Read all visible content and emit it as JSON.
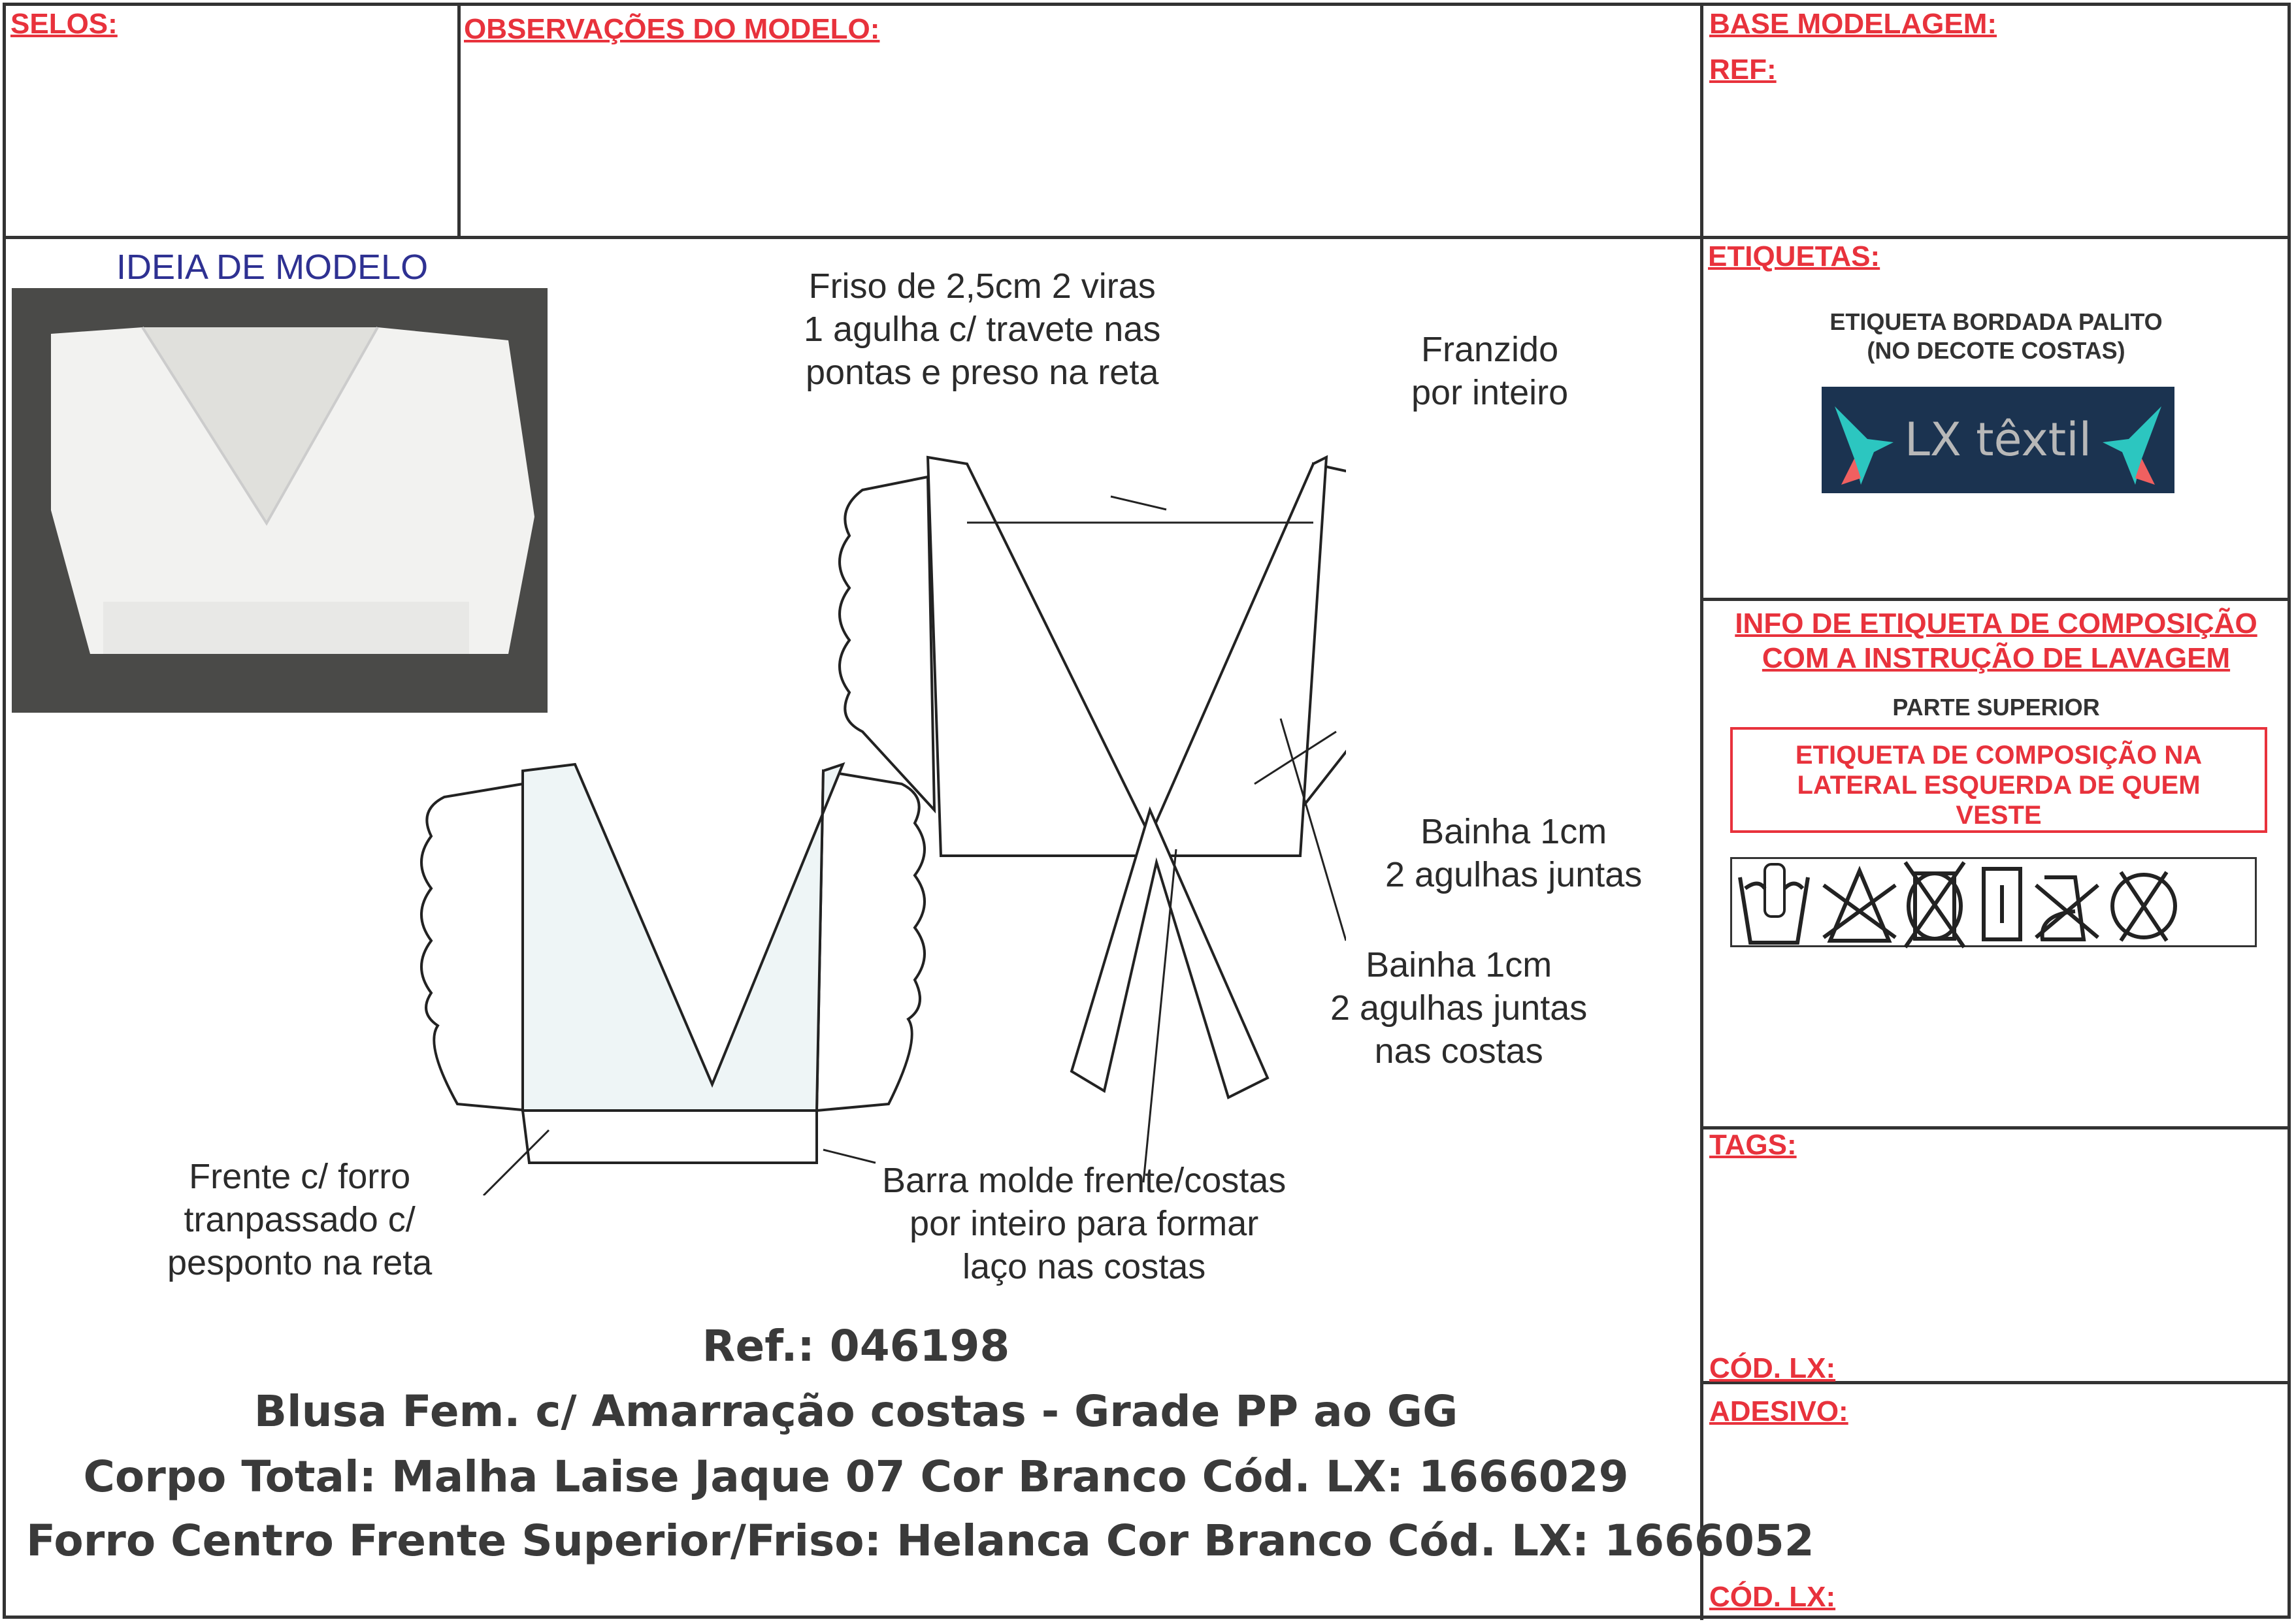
{
  "header": {
    "selos": "SELOS:",
    "observacoes": "OBSERVAÇÕES DO MODELO:",
    "base_modelagem": "BASE MODELAGEM:",
    "ref": "REF:"
  },
  "side": {
    "etiquetas": "ETIQUETAS:",
    "etiqueta_text_1": "ETIQUETA BORDADA PALITO",
    "etiqueta_text_2": "(NO DECOTE COSTAS)",
    "logo_text": "LX têxtil",
    "info_1": "INFO DE ETIQUETA DE COMPOSIÇÃO",
    "info_2": "COM A INSTRUÇÃO DE LAVAGEM",
    "parte_superior": "PARTE SUPERIOR",
    "composicao_1": "ETIQUETA DE COMPOSIÇÃO NA",
    "composicao_2": "LATERAL ESQUERDA DE QUEM",
    "composicao_3": "VESTE",
    "care_icons": [
      "hand-wash",
      "no-bleach",
      "no-tumble-dry",
      "line-dry",
      "no-iron",
      "no-dry-clean"
    ],
    "tags": "TAGS:",
    "cod_lx_1": "CÓD. LX:",
    "adesivo": "ADESIVO:",
    "cod_lx_2": "CÓD. LX:"
  },
  "main": {
    "ideia": "IDEIA DE MODELO",
    "annotations": {
      "friso": "Friso de 2,5cm 2 viras\n1 agulha c/ travete nas\npontas e preso na reta",
      "franzido": "Franzido\npor inteiro",
      "bainha1": "Bainha 1cm\n2 agulhas juntas",
      "bainha2": "Bainha 1cm\n2 agulhas juntas\nnas costas",
      "frente": "Frente c/ forro\ntranpassado c/\npesponto na reta",
      "barra": "Barra molde frente/costas\npor inteiro para formar\nlaço nas costas"
    },
    "ref_line": "Ref.: 046198",
    "desc_line": "Blusa Fem. c/ Amarração costas - Grade PP ao GG",
    "corpo_line": "Corpo Total: Malha Laise Jaque 07 Cor Branco Cód. LX: 1666029",
    "forro_line": "Forro Centro Frente Superior/Friso: Helanca Cor Branco Cód. LX: 1666052"
  },
  "colors": {
    "red": "#e8323c",
    "navy": "#2e3192",
    "logo_bg": "#1b3350"
  }
}
